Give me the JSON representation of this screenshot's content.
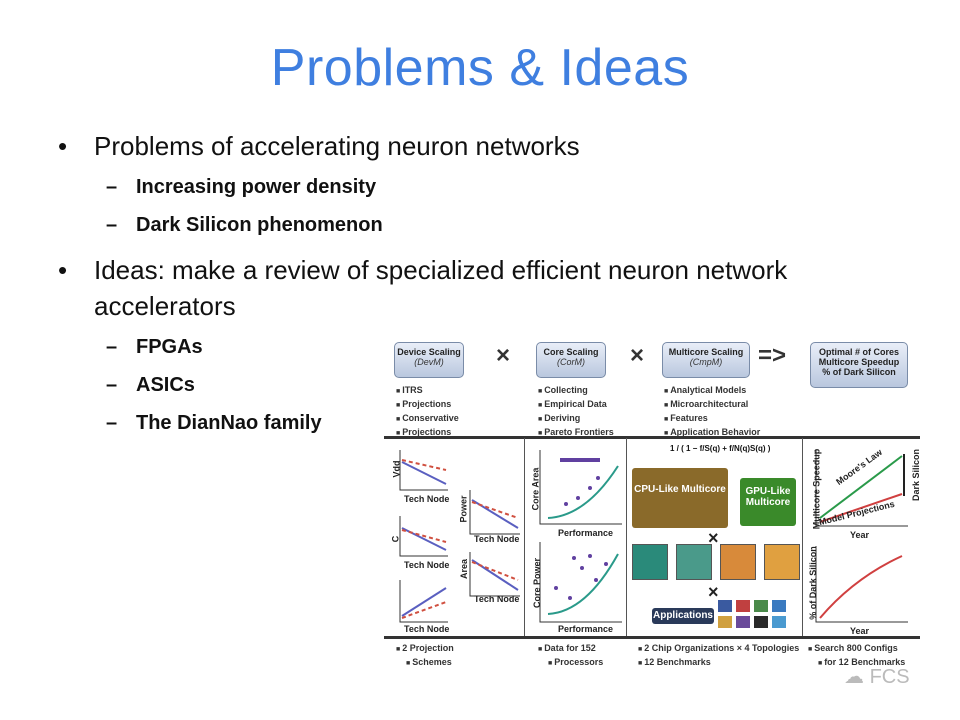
{
  "title": "Problems & Ideas",
  "bullets": [
    {
      "text": "Problems of accelerating neuron networks",
      "subs": [
        "Increasing power density",
        "Dark Silicon phenomenon"
      ]
    },
    {
      "text": "Ideas: make a review of specialized efficient neuron network accelerators",
      "subs": [
        "FPGAs",
        "ASICs",
        "The DianNao family"
      ]
    }
  ],
  "figure": {
    "boxes": [
      {
        "title": "Device Scaling",
        "sub": "(DevM)"
      },
      {
        "title": "Core Scaling",
        "sub": "(CorM)"
      },
      {
        "title": "Multicore Scaling",
        "sub": "(CmpM)"
      },
      {
        "title": "Optimal # of Cores",
        "line2": "Multicore Speedup",
        "line3": "% of Dark Silicon"
      }
    ],
    "operators": [
      "×",
      "×",
      "=>"
    ],
    "lists": [
      [
        "ITRS",
        "Projections",
        "Conservative",
        "Projections"
      ],
      [
        "Collecting",
        "Empirical Data",
        "Deriving",
        "Pareto Frontiers"
      ],
      [
        "Analytical Models",
        "Microarchitectural",
        "Features",
        "Application Behavior"
      ]
    ],
    "axis_labels": {
      "tech_node": "Tech Node",
      "vdd": "Vdd",
      "power": "Power",
      "c": "C",
      "area": "Area",
      "core_area": "Core Area",
      "core_power": "Core Power",
      "performance": "Performance",
      "multicore_speedup": "Multicore Speedup",
      "dark_silicon_pct": "% of Dark Silicon",
      "year": "Year",
      "moores_law": "Moore's Law",
      "model_projections": "Model Projections",
      "dark_silicon": "Dark Silicon"
    },
    "chips": {
      "cpu": "CPU-Like Multicore",
      "gpu": "GPU-Like Multicore",
      "applications": "Applications"
    },
    "footer": [
      [
        "2 Projection",
        "Schemes"
      ],
      [
        "Data for 152",
        "Processors"
      ],
      [
        "2 Chip Organizations × 4 Topologies",
        "12 Benchmarks"
      ],
      [
        "Search 800 Configs",
        "for 12 Benchmarks"
      ]
    ]
  },
  "watermark": "FCS"
}
